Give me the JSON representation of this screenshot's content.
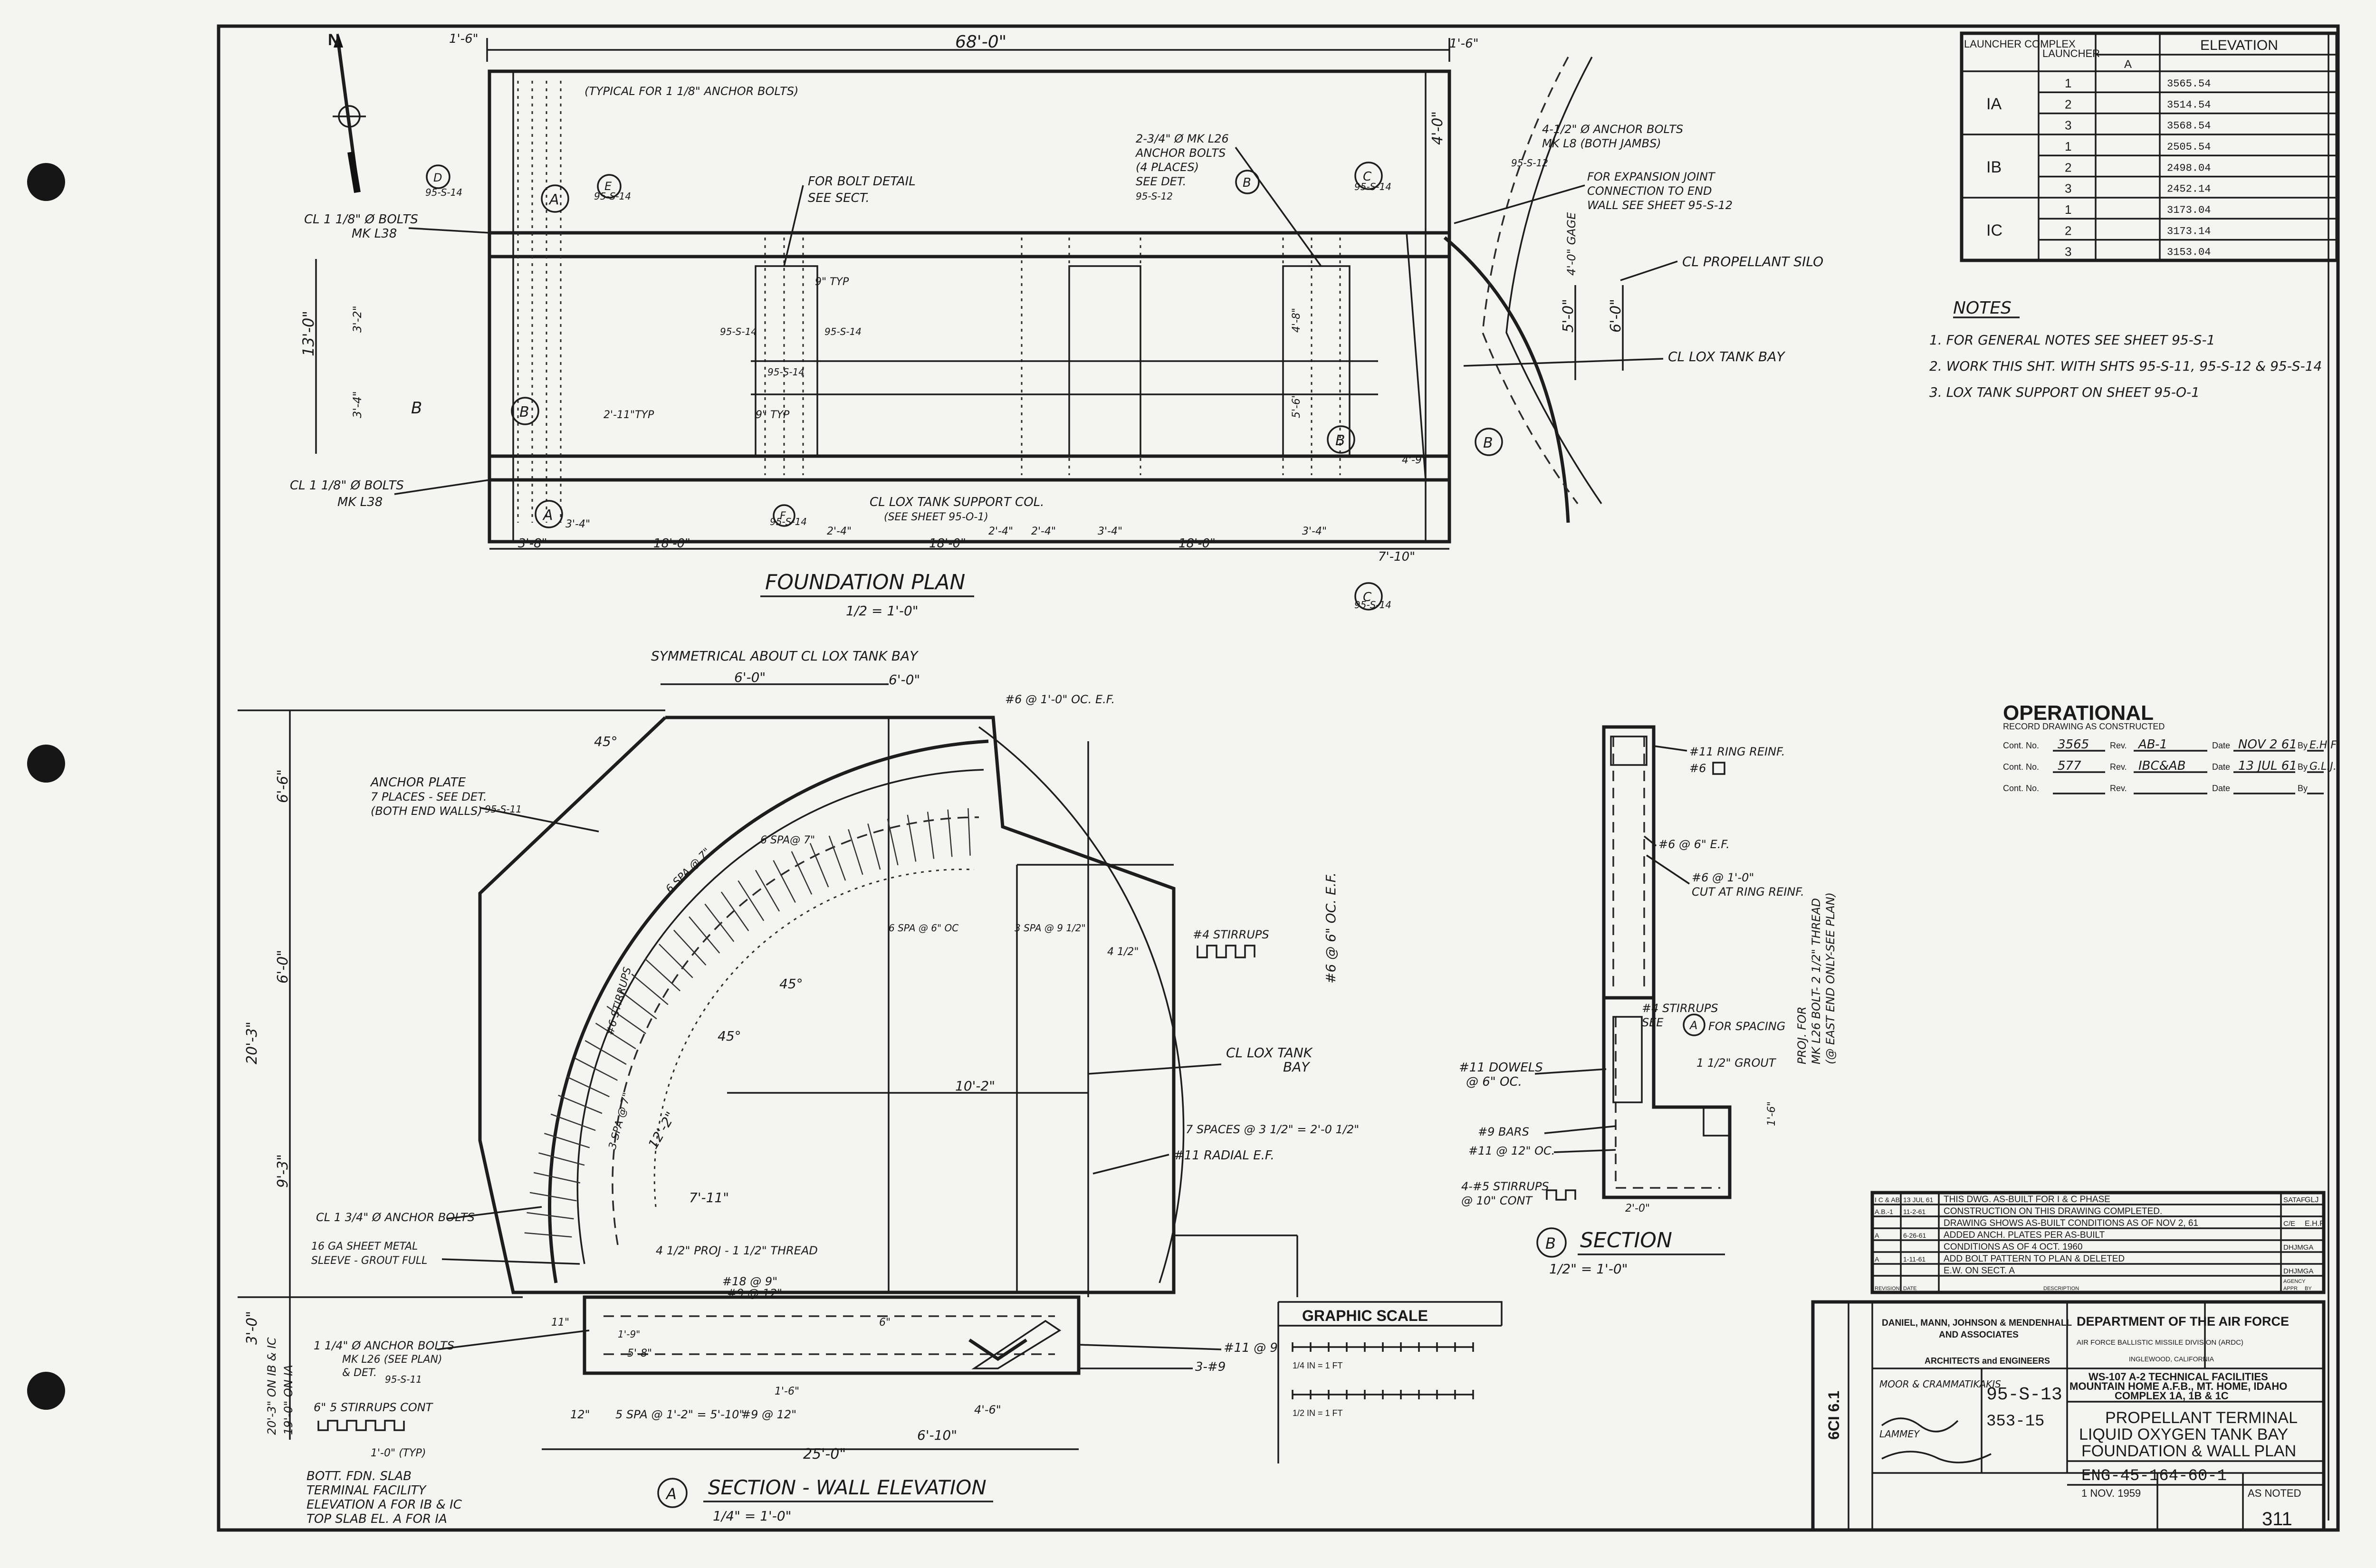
{
  "north": "N",
  "launcher_table": {
    "headers": [
      "LAUNCHER COMPLEX",
      "LAUNCHER",
      "ELEVATION"
    ],
    "col_a": "A",
    "complexes": [
      {
        "name": "IA",
        "rows": [
          {
            "launcher": "1",
            "elev": "3565.54"
          },
          {
            "launcher": "2",
            "elev": "3514.54"
          },
          {
            "launcher": "3",
            "elev": "3568.54"
          }
        ]
      },
      {
        "name": "IB",
        "rows": [
          {
            "launcher": "1",
            "elev": "2505.54"
          },
          {
            "launcher": "2",
            "elev": "2498.04"
          },
          {
            "launcher": "3",
            "elev": "2452.14"
          }
        ]
      },
      {
        "name": "IC",
        "rows": [
          {
            "launcher": "1",
            "elev": "3173.04"
          },
          {
            "launcher": "2",
            "elev": "3173.14"
          },
          {
            "launcher": "3",
            "elev": "3153.04"
          }
        ]
      }
    ]
  },
  "notes": {
    "title": "NOTES",
    "items": [
      "1. FOR GENERAL NOTES SEE SHEET  95-S-1",
      "2. WORK THIS SHT. WITH SHTS 95-S-11, 95-S-12 & 95-S-14",
      "3. LOX TANK SUPPORT ON SHEET     95-O-1"
    ]
  },
  "operational": {
    "title": "OPERATIONAL",
    "subtitle": "RECORD DRAWING AS CONSTRUCTED",
    "rows": [
      {
        "cont": "Cont. No.",
        "cont_val": "3565",
        "rev": "Rev.",
        "rev_val": "AB-1",
        "date": "Date",
        "date_val": "NOV 2 61",
        "by": "By",
        "by_val": "E.H.F"
      },
      {
        "cont": "Cont. No.",
        "cont_val": "577",
        "rev": "Rev.",
        "rev_val": "IBC&AB",
        "date": "Date",
        "date_val": "13 JUL 61",
        "by": "By",
        "by_val": "G.L.J."
      },
      {
        "cont": "Cont. No.",
        "cont_val": "",
        "rev": "Rev.",
        "rev_val": "",
        "date": "Date",
        "date_val": "",
        "by": "By",
        "by_val": ""
      }
    ]
  },
  "plan": {
    "title": "FOUNDATION PLAN",
    "scale": "1/2 = 1'-0\"",
    "overall": "68'-0\"",
    "dim_1_6": "1'-6\"",
    "dim_1_6b": "1'-6\"",
    "dim_4_0": "4'-0\"",
    "dim_13_0": "13'-0\"",
    "dim_3_4": "3'-4\"",
    "dim_3_2": "3'-2\"",
    "dim_5_0": "5'-0\"",
    "dim_6_0": "6'-0\"",
    "dim_4_0_gage": "4'-0\" GAGE",
    "bottom_dims": [
      "3'-8\"",
      "18'-0\"",
      "18'-0\"",
      "18'-0\"",
      "7'-10\""
    ],
    "small_dims": [
      "3'-4\"",
      "2'-4\"",
      "2'-4\"",
      "3'-4\"",
      "2'-4\"",
      "3'-4\"",
      "4'-9\"",
      "5'-6\"",
      "4'-8\"",
      "9\" TYP",
      "9\" TYP",
      "2'-11\"TYP"
    ],
    "typ_anchor": "(TYPICAL FOR 1 1/8\" ANCHOR BOLTS)",
    "bolts_top": "CL 1 1/8\" Ø BOLTS",
    "bolts_top2": "MK L38",
    "bolts_bot": "CL 1 1/8\" Ø BOLTS",
    "bolts_bot2": "MK L38",
    "bolt_detail": "FOR BOLT DETAIL",
    "bolt_detail2": "SEE SECT.",
    "anchor_bolts_a": "2-3/4\" Ø MK L26",
    "anchor_bolts_b": "ANCHOR BOLTS",
    "anchor_bolts_c": "(4 PLACES)",
    "anchor_bolts_d": "SEE DET.",
    "anchor4_a": "4-1/2\" Ø ANCHOR BOLTS",
    "anchor4_b": "MK L8 (BOTH JAMBS)",
    "exp_a": "FOR EXPANSION JOINT",
    "exp_b": "CONNECTION TO END",
    "exp_c": "WALL SEE SHEET 95-S-12",
    "silo": "CL PROPELLANT SILO",
    "lox_bay": "CL LOX TANK BAY",
    "lox_support_a": "CL LOX TANK SUPPORT COL.",
    "lox_support_b": "(SEE SHEET 95-O-1)",
    "sheet_refs": [
      "95-S-14",
      "95-S-14",
      "95-S-14",
      "95-S-14",
      "95-S-14",
      "95-S-14",
      "95-S-12",
      "95-S-14",
      "95-S-12",
      "95-S-14"
    ],
    "tag_a": "A",
    "tag_b": "B",
    "tag_c": "C",
    "tag_d": "D",
    "tag_e": "E",
    "tag_f": "F"
  },
  "elevation": {
    "title": "SECTION - WALL ELEVATION",
    "scale": "1/4\" = 1'-0\"",
    "symmetric": "SYMMETRICAL ABOUT CL LOX TANK BAY",
    "dim_top": [
      "6'-0\"",
      "6'-0\""
    ],
    "ef": "#6 @ 1'-0\" OC. E.F.",
    "ef_vert": "#6 @ 6\" OC. E.F.",
    "left_dims": [
      "6'-6\"",
      "6'-0\"",
      "20'-3\"",
      "9'-3\"",
      "3'-0\""
    ],
    "left_dims2": [
      "20'-3\" ON IB & IC",
      "19'-0\" ON IA"
    ],
    "angle_45a": "45°",
    "angle_45b": "45°",
    "angle_45c": "45°",
    "anchor_plate_a": "ANCHOR PLATE",
    "anchor_plate_b": "7 PLACES - SEE DET.",
    "anchor_plate_c": "(BOTH END WALLS)",
    "anchor_plate_ref": "95-S-11",
    "spa_a": "6 SPA@ 7\"",
    "spa_b": "6 SPA @ 6\" OC",
    "spa_c": "3 SPA @ 9 1/2\"",
    "spa_d": "6 SPA @ 7\"",
    "spa_e": "3 SPA @ 7\"",
    "stirrups_a": "#6 STIRRUPS",
    "stirrups_b": "#4 STIRRUPS",
    "stirrups_dim": "4 1/2\"",
    "lox_bay_a": "CL LOX TANK",
    "lox_bay_b": "BAY",
    "dim_10_2": "10'-2\"",
    "dim_12_2": "12'-2\"",
    "dim_7_11": "7'-11\"",
    "seven_spaces": "7 SPACES @ 3 1/2\" = 2'-0 1/2\"",
    "radial": "#11 RADIAL E.F.",
    "anchor_bolts": "CL 1 3/4\" Ø ANCHOR BOLTS",
    "sleeve_a": "16 GA SHEET METAL",
    "sleeve_b": "SLEEVE - GROUT FULL",
    "proj": "4 1/2\" PROJ - 1 1/2\" THREAD",
    "bars_18": "#18 @ 9\"",
    "bars_9": "#9 @ 12\"",
    "bolts_1_3_a": "1 1/4\" Ø ANCHOR BOLTS",
    "bolts_1_3_b": "MK L26 (SEE PLAN)",
    "bolts_1_3_c": "& DET.",
    "bolts_1_3_ref": "95-S-11",
    "stirrups5": "6\" 5 STIRRUPS CONT",
    "typ": "1'-0\" (TYP)",
    "bott_a": "BOTT. FDN. SLAB",
    "bott_b": "TERMINAL FACILITY",
    "bott_c": "ELEVATION A FOR IB & IC",
    "bott_d": "TOP SLAB  EL. A FOR IA",
    "bottom_dims": [
      "12\"",
      "5 SPA @ 1'-2\" = 5'-10\"",
      "#9 @ 12\"",
      "25'-0\"",
      "6'-10\"",
      "4'-6\""
    ],
    "bars_11": "#11 @ 9",
    "bars_3": "3-#9",
    "misc": [
      "1'-9\"",
      "6\"",
      "11\"",
      "1'-6\"",
      "5'-8\""
    ],
    "circle_a": "A"
  },
  "section_b": {
    "title": "SECTION",
    "tag": "B",
    "scale": "1/2\" = 1'-0\"",
    "ring_reinf": "#11 RING REINF.",
    "six": "#6",
    "ef": "#6 @ 6\" E.F.",
    "cut_a": "#6 @ 1'-0\"",
    "cut_b": "CUT AT RING REINF.",
    "stirrups_a": "#4 STIRRUPS",
    "stirrups_b": "SEE",
    "stirrups_c": "FOR SPACING",
    "stirrups_tag": "A",
    "grout": "1 1/2\" GROUT",
    "dowels_a": "#11 DOWELS",
    "dowels_b": "@ 6\" OC.",
    "bars9": "#9 BARS",
    "bars11": "#11 @ 12\" OC.",
    "stirrups5_a": "4-#5 STIRRUPS",
    "stirrups5_b": "@ 10\" CONT",
    "proj_a": "PROJ. FOR",
    "proj_b": "MK L26 BOLT- 2 1/2\" THREAD",
    "proj_c": "(@ EAST END ONLY-SEE PLAN)",
    "dim_1_6": "1'-6\"",
    "dim_2_0": "2'-0\""
  },
  "graphic_scale": {
    "title": "GRAPHIC SCALE",
    "s1": "1/4 IN = 1 FT",
    "s2": "1/2 IN = 1 FT"
  },
  "title_block": {
    "revisions": [
      {
        "sym": "I C & AB",
        "date": "13 JUL 61",
        "desc": "THIS DWG. AS-BUILT FOR I & C PHASE",
        "appr": "SATAF",
        "by": "GLJ"
      },
      {
        "sym": "A.B.-1",
        "date": "11-2-61",
        "desc": "CONSTRUCTION ON THIS DRAWING COMPLETED.",
        "appr": "",
        "by": ""
      },
      {
        "sym": "",
        "date": "",
        "desc": "DRAWING SHOWS AS-BUILT CONDITIONS AS OF NOV 2, 61",
        "appr": "C/E",
        "by": "E.H.F"
      },
      {
        "sym": "A",
        "date": "6-26-61",
        "desc": "ADDED ANCH. PLATES PER AS-BUILT",
        "appr": "",
        "by": ""
      },
      {
        "sym": "",
        "date": "",
        "desc": "CONDITIONS AS OF 4 OCT. 1960",
        "appr": "DHJMGA",
        "by": ""
      },
      {
        "sym": "A",
        "date": "1-11-61",
        "desc": "ADD BOLT PATTERN TO PLAN & DELETED",
        "appr": "",
        "by": ""
      },
      {
        "sym": "",
        "date": "",
        "desc": "E.W. ON SECT. A",
        "appr": "DHJMGA",
        "by": ""
      }
    ],
    "rev_headers": [
      "REVISION",
      "DATE",
      "DESCRIPTION",
      "APPR",
      "AGENCY",
      "BY"
    ],
    "firm_a": "DANIEL, MANN, JOHNSON & MENDENHALL",
    "firm_b": "AND ASSOCIATES",
    "firm_c": "ARCHITECTS and ENGINEERS",
    "dept_a": "DEPARTMENT OF THE AIR FORCE",
    "dept_b": "AIR FORCE BALLISTIC MISSILE DIVISION (ARDC)",
    "dept_c": "INGLEWOOD, CALIFORNIA",
    "proj_a": "WS-107 A-2 TECHNICAL FACILITIES",
    "proj_b": "MOUNTAIN HOME A.F.B., MT. HOME, IDAHO",
    "proj_c": "COMPLEX 1A, 1B & 1C",
    "dwg_a": "PROPELLANT  TERMINAL",
    "dwg_b": "LIQUID OXYGEN TANK BAY",
    "dwg_c": "FOUNDATION & WALL PLAN",
    "sheet_no": "95-S-13",
    "sheet_no2": "353-15",
    "dwg_no": "ENG-45-164-60-1",
    "date": "1 NOV. 1959",
    "scale": "AS NOTED",
    "page": "311",
    "side": "6CI 6.1",
    "names": [
      "MOOR & CRAMMATIKAKIS",
      "LAMMEY"
    ]
  }
}
